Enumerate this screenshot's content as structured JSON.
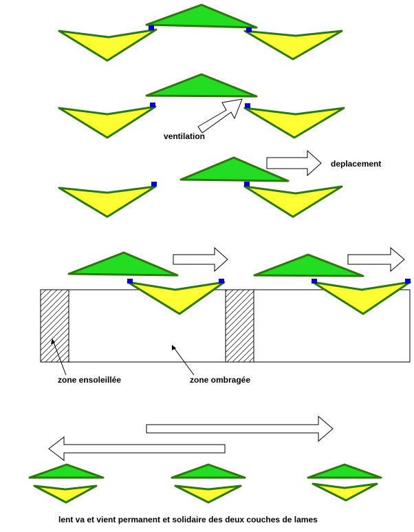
{
  "labels": {
    "ventilation": "ventilation",
    "deplacement": "deplacement",
    "zone_ensoleillee": "zone ensoleillée",
    "zone_ombragee": "zone ombragée",
    "caption": "lent va et vient permanent et solidaire des deux couches de lames"
  },
  "colors": {
    "upper_blade_fill": "#22dd22",
    "lower_blade_fill": "#ffff33",
    "blade_stroke": "#2a7a0a",
    "pivot": "#0000cc",
    "outline": "#000000",
    "background": "#ffffff"
  }
}
